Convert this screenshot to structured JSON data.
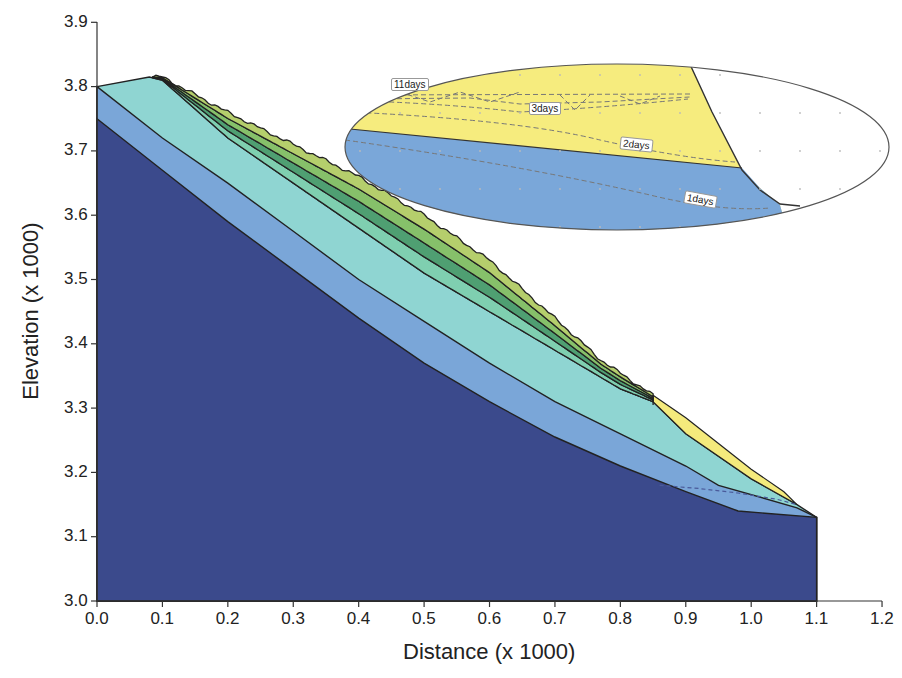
{
  "diagram": {
    "labels": [
      "3.9",
      "3.8",
      "3.7",
      "3.6",
      "3.5",
      "3.4",
      "3.3",
      "3.2",
      "3.1",
      "3.0",
      "0.0",
      "0.1",
      "0.2",
      "0.3",
      "0.4",
      "0.5",
      "0.6",
      "0.7",
      "0.8",
      "0.9",
      "1.0",
      "1.1",
      "1.2",
      "Elevation (x 1000)",
      "Distance (x 1000)",
      "11days",
      "3days",
      "2days",
      "1days"
    ]
  }
}
